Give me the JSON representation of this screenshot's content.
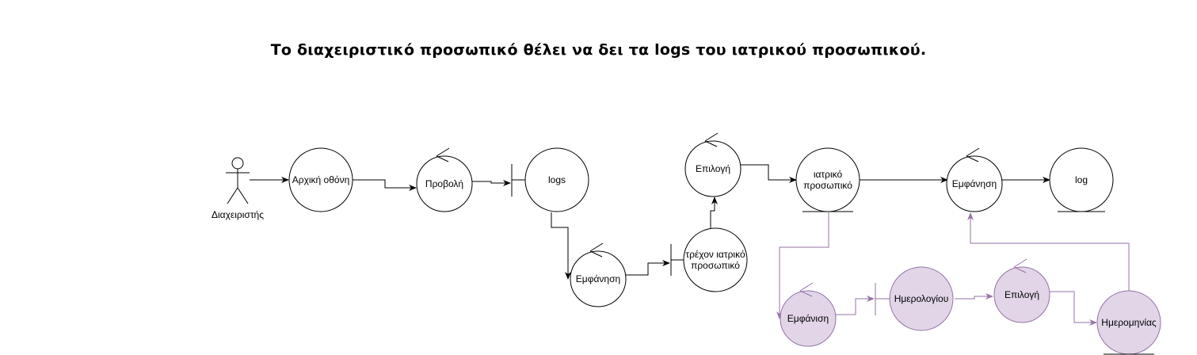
{
  "title": "Το διαχειριστικό προσωπικό θέλει να δει τα logs του ιατρικού προσωπικού.",
  "colors": {
    "stroke": "#000000",
    "accent_fill": "#e1d5e7",
    "accent_stroke": "#9673a6",
    "background": "#ffffff"
  },
  "nodes": {
    "actor": {
      "label": "Διαχειριστής",
      "kind": "actor"
    },
    "arxiki_othoni": {
      "label": "Αρχική οθόνη",
      "kind": "entity"
    },
    "provoli": {
      "label": "Προβολή",
      "kind": "control"
    },
    "logs": {
      "label": "logs",
      "kind": "boundary"
    },
    "emfanisi_1": {
      "label": "Εμφάνηση",
      "kind": "control"
    },
    "trexon": {
      "label_line1": "τρέχον ιατρικό",
      "label_line2": "προσωπικό",
      "kind": "boundary"
    },
    "epilogi_1": {
      "label": "Επιλογή",
      "kind": "control"
    },
    "iatriko": {
      "label_line1": "ιατρικό",
      "label_line2": "προσωπικό",
      "kind": "entity"
    },
    "emfanisi_2": {
      "label": "Εμφάνηση",
      "kind": "control"
    },
    "log": {
      "label": "log",
      "kind": "entity"
    },
    "emfanisi_3": {
      "label": "Εμφάνιση",
      "kind": "control"
    },
    "imerologiou": {
      "label": "Ημερολογίου",
      "kind": "boundary"
    },
    "epilogi_2": {
      "label": "Επιλογή",
      "kind": "control"
    },
    "imerominias": {
      "label": "Ημερομηνίας",
      "kind": "entity"
    }
  }
}
